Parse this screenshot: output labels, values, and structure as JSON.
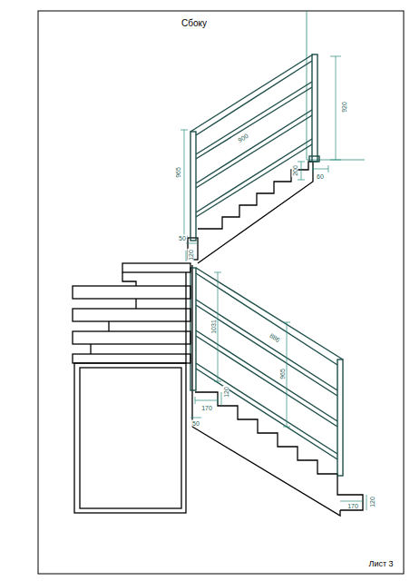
{
  "diagram": {
    "title": "Сбоку",
    "labels": [
      "920",
      "900",
      "965",
      "200",
      "60",
      "50",
      "120",
      "1031",
      "886",
      "965",
      "120",
      "170",
      "50",
      "120",
      "170",
      "Лист 3"
    ]
  }
}
